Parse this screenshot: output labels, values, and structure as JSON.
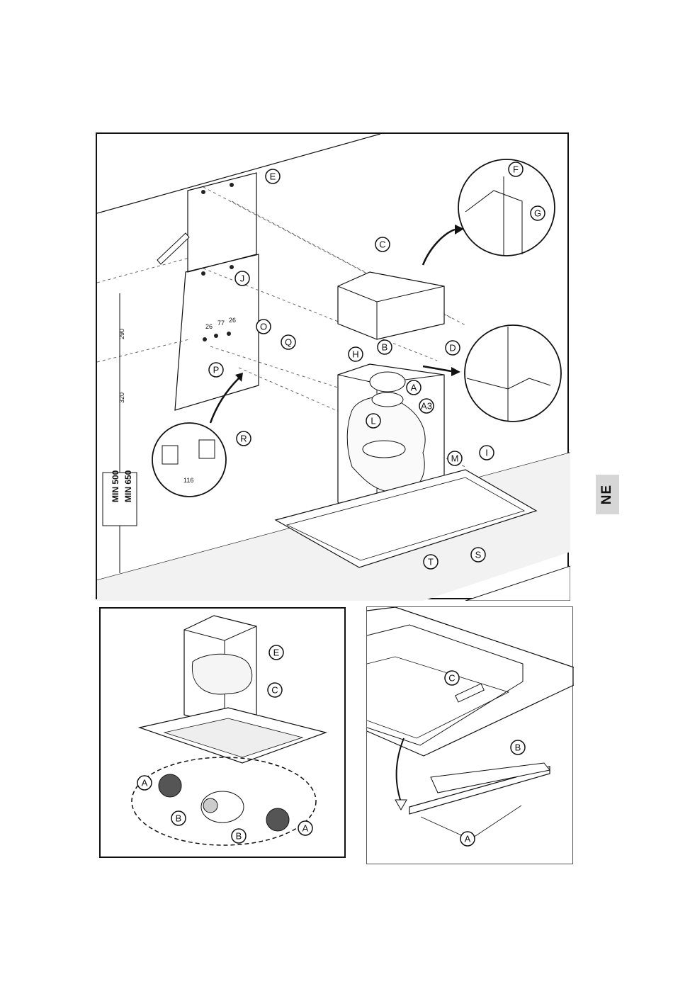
{
  "language_tab": "NE",
  "main_diagram": {
    "callouts": [
      "E",
      "F",
      "G",
      "C",
      "J",
      "O",
      "Q",
      "P",
      "D",
      "H",
      "B",
      "A",
      "A3",
      "L",
      "I",
      "M",
      "R",
      "S",
      "T"
    ],
    "dimensions": {
      "height_upper": "290",
      "height_lower": "320",
      "spacing_a": "26",
      "spacing_b": "77",
      "spacing_c": "26",
      "bracket_width": "116"
    },
    "min_labels": [
      "MIN 500",
      "MIN 650"
    ]
  },
  "filter_diagram": {
    "callouts": [
      "E",
      "C",
      "A",
      "B",
      "B",
      "A"
    ]
  },
  "panel_diagram": {
    "callouts": [
      "C",
      "B",
      "A"
    ]
  }
}
